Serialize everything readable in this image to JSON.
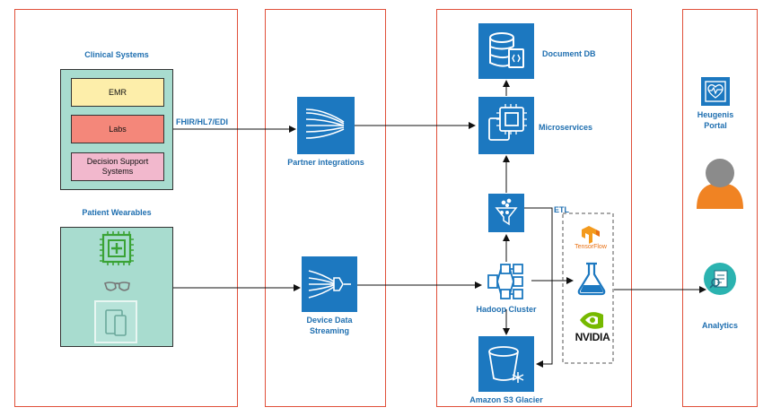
{
  "lanes": {
    "clinical_heading": "Clinical Systems",
    "wearables_heading": "Patient Wearables"
  },
  "clinical": {
    "emr": "EMR",
    "labs": "Labs",
    "dss": "Decision Support Systems"
  },
  "labels": {
    "fhir": "FHIR/HL7/EDI",
    "partner_integrations": "Partner integrations",
    "device_streaming": "Device Data Streaming",
    "document_db": "Document DB",
    "microservices": "Microservices",
    "etl": "ETL",
    "hadoop": "Hadoop Cluster",
    "s3": "Amazon S3 Glacier",
    "portal": "Heugenis Portal",
    "analytics": "Analytics",
    "tensorflow": "TensorFlow",
    "nvidia": "NVIDIA"
  },
  "colors": {
    "lane_border": "#e0503a",
    "label_blue": "#1f6fb0",
    "service_blue": "#1c78c0",
    "teal_fill": "#a8dccf",
    "emr_fill": "#fdeeaa",
    "labs_fill": "#f4877a",
    "dss_fill": "#f2b8cd"
  },
  "icons": {
    "document_db": "database-doc-icon",
    "microservices": "chip-icon",
    "partner": "stream-lines-icon",
    "device": "funnel-stream-icon",
    "etl": "filter-icon",
    "hadoop": "cluster-icon",
    "s3": "bucket-icon",
    "portal": "heart-monitor-icon",
    "user": "user-avatar-icon",
    "analytics": "analytics-icon",
    "ml": "flask-icon"
  }
}
